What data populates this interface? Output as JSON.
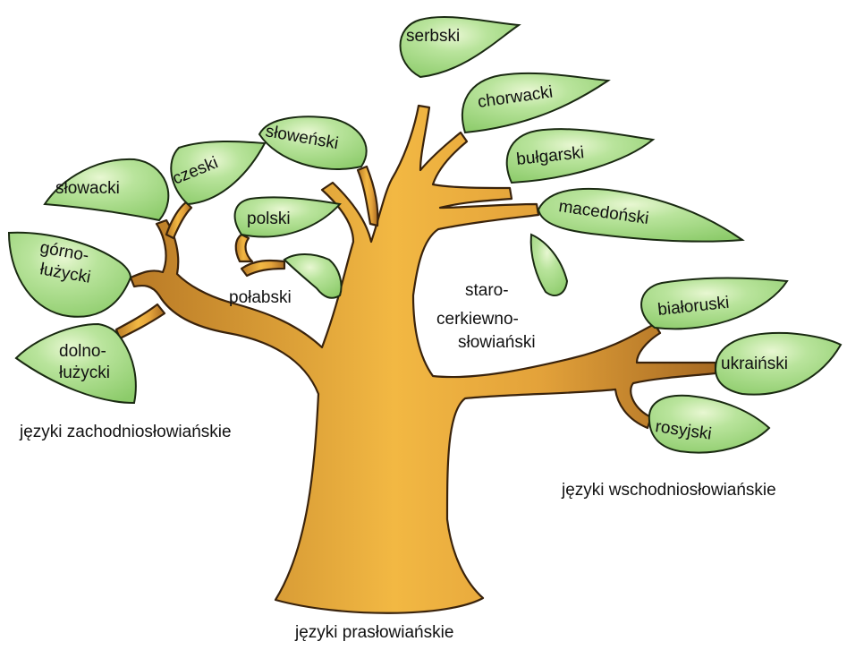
{
  "colors": {
    "leaf_fill": "#a6d98a",
    "leaf_highlight": "#ecf8d8",
    "leaf_stroke": "#1a2a12",
    "trunk_fill": "#d49a3a",
    "trunk_light": "#f0b845",
    "trunk_stroke": "#3a230c"
  },
  "tree": {
    "root_label": "języki prasłowiańskie",
    "west_group_label": "języki zachodniosłowiańskie",
    "east_group_label": "języki wschodniosłowiańskie",
    "old_church_slavonic": [
      "staro-",
      "cerkiewno-",
      "słowiański"
    ]
  },
  "leaves": {
    "serbski": [
      "serbski"
    ],
    "chorwacki": [
      "chorwacki"
    ],
    "slowenski": [
      "słoweński"
    ],
    "bulgarski": [
      "bułgarski"
    ],
    "macedonski": [
      "macedoński"
    ],
    "slowacki": [
      "słowacki"
    ],
    "czeski": [
      "czeski"
    ],
    "polski": [
      "polski"
    ],
    "polabski": [
      "połabski"
    ],
    "gornoluzycki": [
      "górno-",
      "łużycki"
    ],
    "dolnoluzycki": [
      "dolno-",
      "łużycki"
    ],
    "bialoruski": [
      "białoruski"
    ],
    "ukrainski": [
      "ukraiński"
    ],
    "rosyjski": [
      "rosyjski"
    ]
  }
}
